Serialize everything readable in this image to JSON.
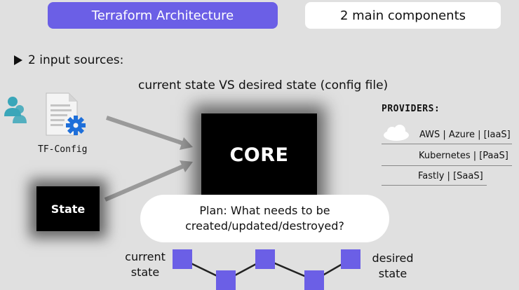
{
  "header": {
    "title": "Terraform Architecture",
    "components": "2 main components"
  },
  "inputs": {
    "heading": "2 input sources:",
    "comparison": "current state VS desired state (config file)",
    "tf_config_label": "TF-Config",
    "state_label": "State"
  },
  "core": {
    "label": "CORE"
  },
  "providers": {
    "title": "PROVIDERS:",
    "items": [
      "AWS | Azure | [IaaS]",
      "Kubernetes | [PaaS]",
      "Fastly | [SaaS]"
    ]
  },
  "plan": {
    "line1": "Plan: What needs to be",
    "line2": "created/updated/destroyed?"
  },
  "graph": {
    "current_line1": "current",
    "current_line2": "state",
    "desired_line1": "desired",
    "desired_line2": "state"
  },
  "colors": {
    "accent": "#6b5fe6",
    "node": "#6b5fe6",
    "background": "#e0e0e0",
    "user_icon": "#3aa6b9",
    "gear_icon": "#1e6fd9"
  },
  "icons": [
    "user-icon",
    "document-gear-icon",
    "cloud-icon"
  ]
}
